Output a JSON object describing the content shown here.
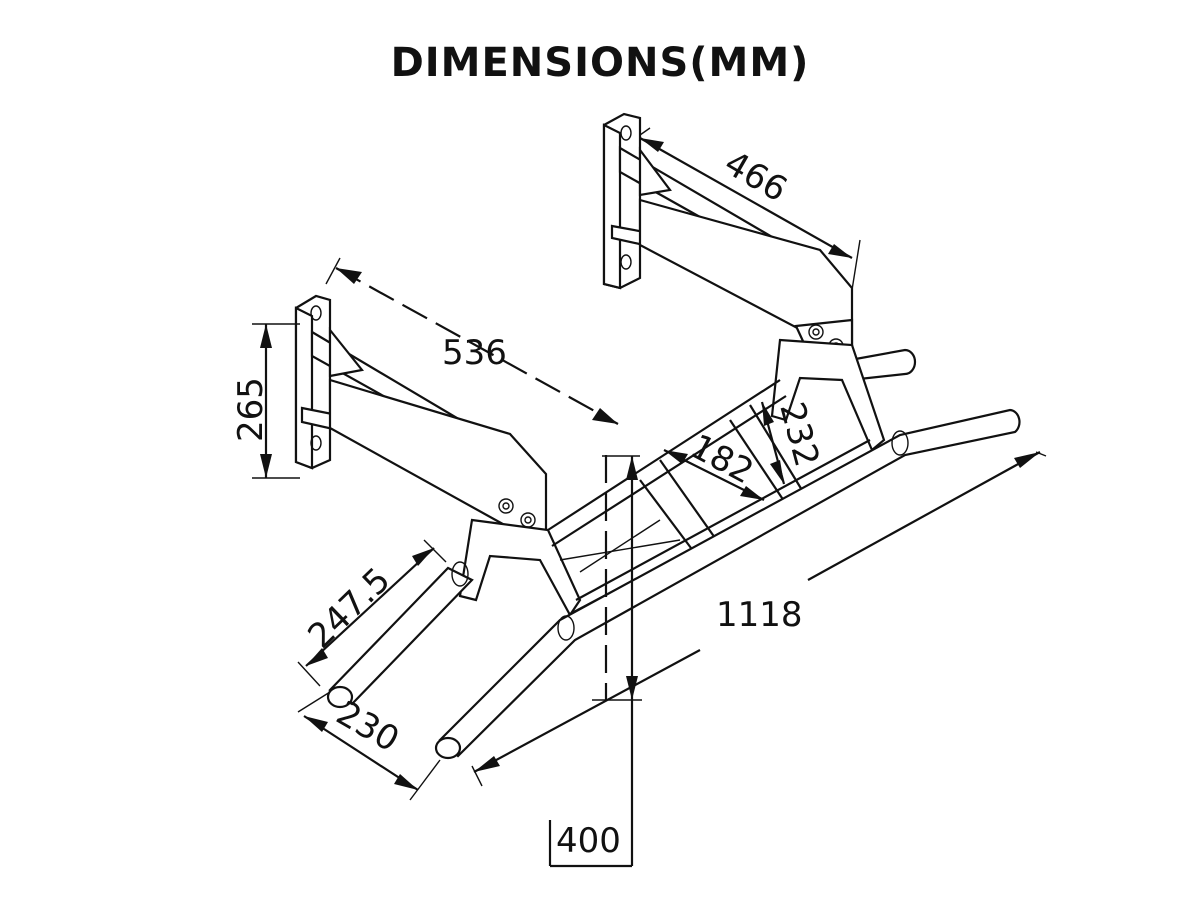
{
  "title": "DIMENSIONS(MM)",
  "dimensions": {
    "right_arm_length": "466",
    "left_arm_length": "536",
    "bracket_height": "265",
    "inner_depth": "232",
    "inner_width": "182",
    "handle_length": "247.5",
    "handle_spacing": "230",
    "overall_width": "1118",
    "drop_height": "400"
  },
  "colors": {
    "line": "#111111",
    "background": "#ffffff"
  }
}
